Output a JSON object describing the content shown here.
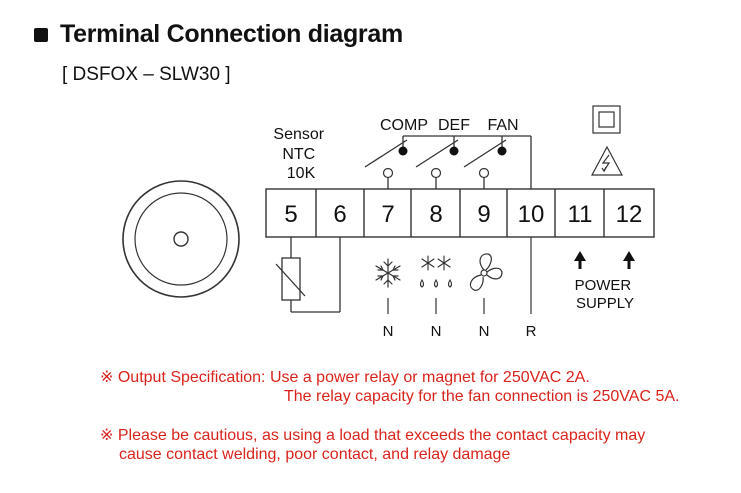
{
  "header": {
    "title": "Terminal Connection diagram",
    "model": "[ DSFOX – SLW30 ]"
  },
  "diagram": {
    "sensor_label": [
      "Sensor",
      "NTC",
      "10K"
    ],
    "relay_labels": [
      "COMP",
      "DEF",
      "FAN"
    ],
    "terminals": [
      "5",
      "6",
      "7",
      "8",
      "9",
      "10",
      "11",
      "12"
    ],
    "neutral_labels": [
      "N",
      "N",
      "N"
    ],
    "r_label": "R",
    "power_label": [
      "POWER",
      "SUPPLY"
    ]
  },
  "notes": {
    "note1_line1": "※ Output Specification: Use a power relay or magnet for 250VAC 2A.",
    "note1_line2": "The relay capacity for the fan connection is 250VAC 5A.",
    "note2_line1": "※ Please be cautious, as using a load that exceeds the contact capacity may",
    "note2_line2": "cause contact welding, poor contact, and relay damage"
  },
  "colors": {
    "text": "#111111",
    "note": "#d9241c",
    "line": "#333333"
  }
}
